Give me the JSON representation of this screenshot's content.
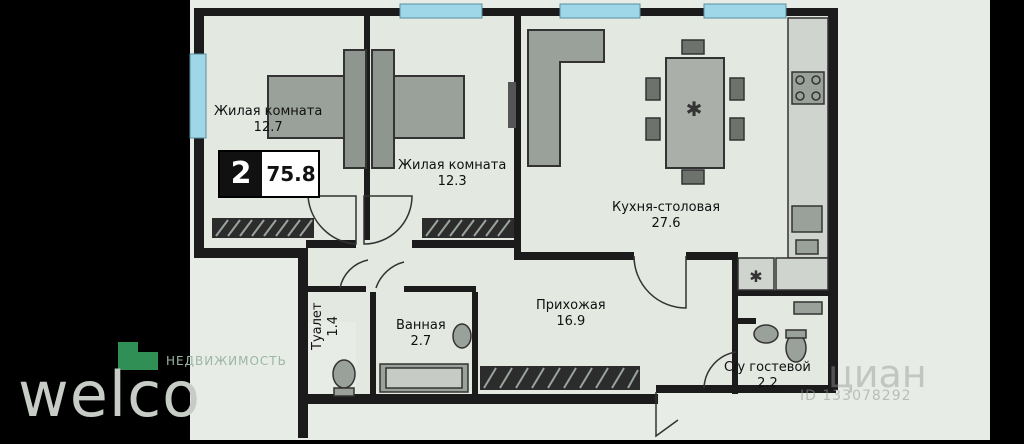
{
  "summary": {
    "rooms": "2",
    "total_area": "75.8"
  },
  "rooms": [
    {
      "key": "living1",
      "name": "Жилая комната",
      "area": "12.7"
    },
    {
      "key": "living2",
      "name": "Жилая комната",
      "area": "12.3"
    },
    {
      "key": "kitchen",
      "name": "Кухня-столовая",
      "area": "27.6"
    },
    {
      "key": "hall",
      "name": "Прихожая",
      "area": "16.9"
    },
    {
      "key": "toilet",
      "name": "Туалет",
      "area": "1.4"
    },
    {
      "key": "bath",
      "name": "Ванная",
      "area": "2.7"
    },
    {
      "key": "guest_wc",
      "name": "С/у гостевой",
      "area": "2.2"
    }
  ],
  "watermarks": {
    "brand": "welco",
    "brand_sub": "НЕДВИЖИМОСТЬ",
    "site": "циан",
    "listing_id": "ID 133078292"
  },
  "colors": {
    "floor": "#e3e8e1",
    "wall": "#1b1b1b",
    "window": "#9fd7e8",
    "brand_green": "#2f8f55"
  }
}
